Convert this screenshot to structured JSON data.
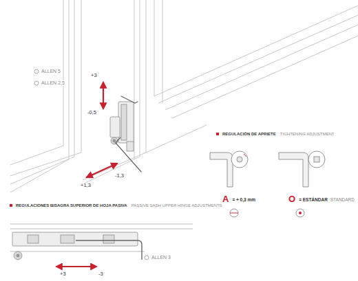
{
  "diagram": {
    "labels": [
      "ALLEN 5",
      "ALLEN 2,5",
      "+3",
      "-0,5",
      "-1,3",
      "+1,3",
      "REGULACIÓN DE APRIETE",
      "TIGHTENING ADJUSTMENT",
      "A",
      "= + 0,3 mm",
      "O",
      "= ESTÁNDAR",
      "STANDARD",
      "REGULACIONES BISAGRA SUPERIOR DE HOJA PASIVA",
      "PASSIVE SASH UPPER HINGE ADJUSTMENTS",
      "ALLEN 3",
      "+3",
      "-3"
    ]
  }
}
